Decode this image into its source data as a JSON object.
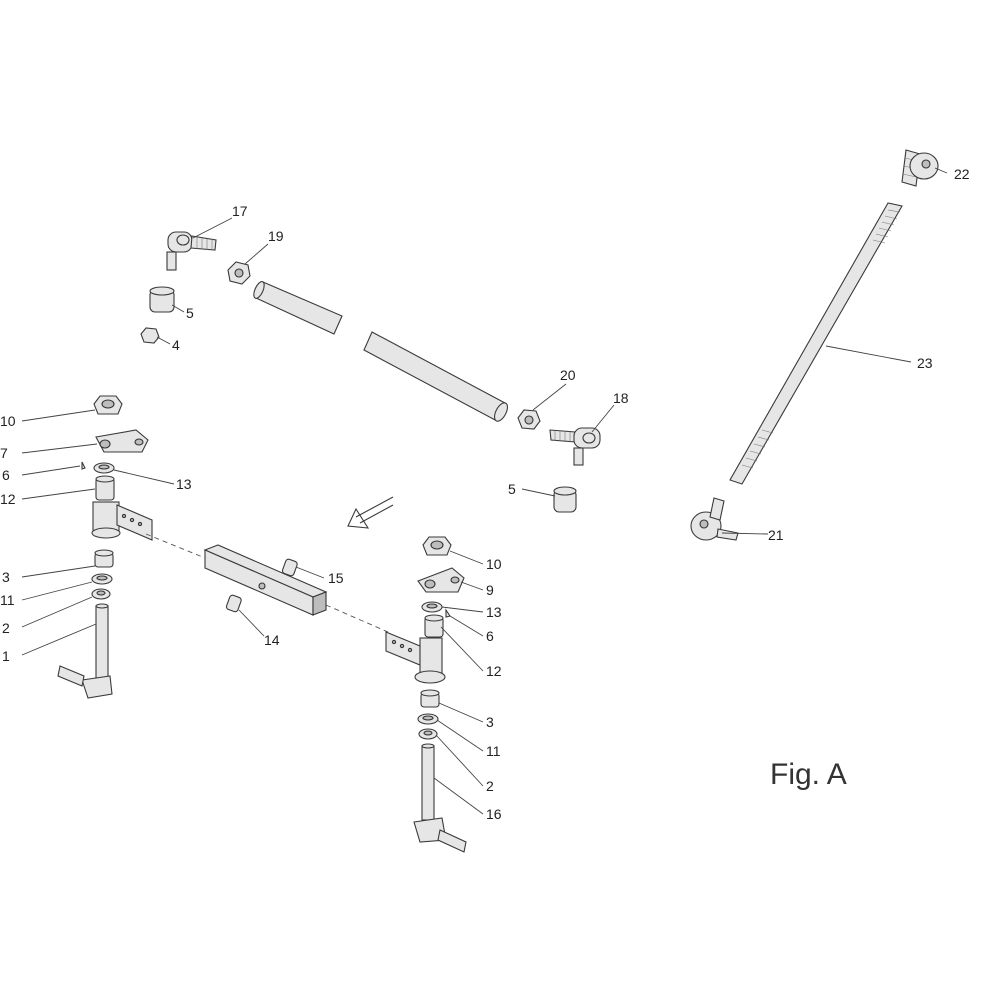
{
  "figure_label": "Fig. A",
  "callouts": {
    "c1": "1",
    "c2a": "2",
    "c2b": "2",
    "c3a": "3",
    "c3b": "3",
    "c4": "4",
    "c5a": "5",
    "c5b": "5",
    "c6a": "6",
    "c6b": "6",
    "c7": "7",
    "c9": "9",
    "c10a": "10",
    "c10b": "10",
    "c11a": "11",
    "c11b": "11",
    "c12a": "12",
    "c12b": "12",
    "c13a": "13",
    "c13b": "13",
    "c14": "14",
    "c15": "15",
    "c16": "16",
    "c17": "17",
    "c18": "18",
    "c19": "19",
    "c20": "20",
    "c21": "21",
    "c22": "22",
    "c23": "23"
  }
}
